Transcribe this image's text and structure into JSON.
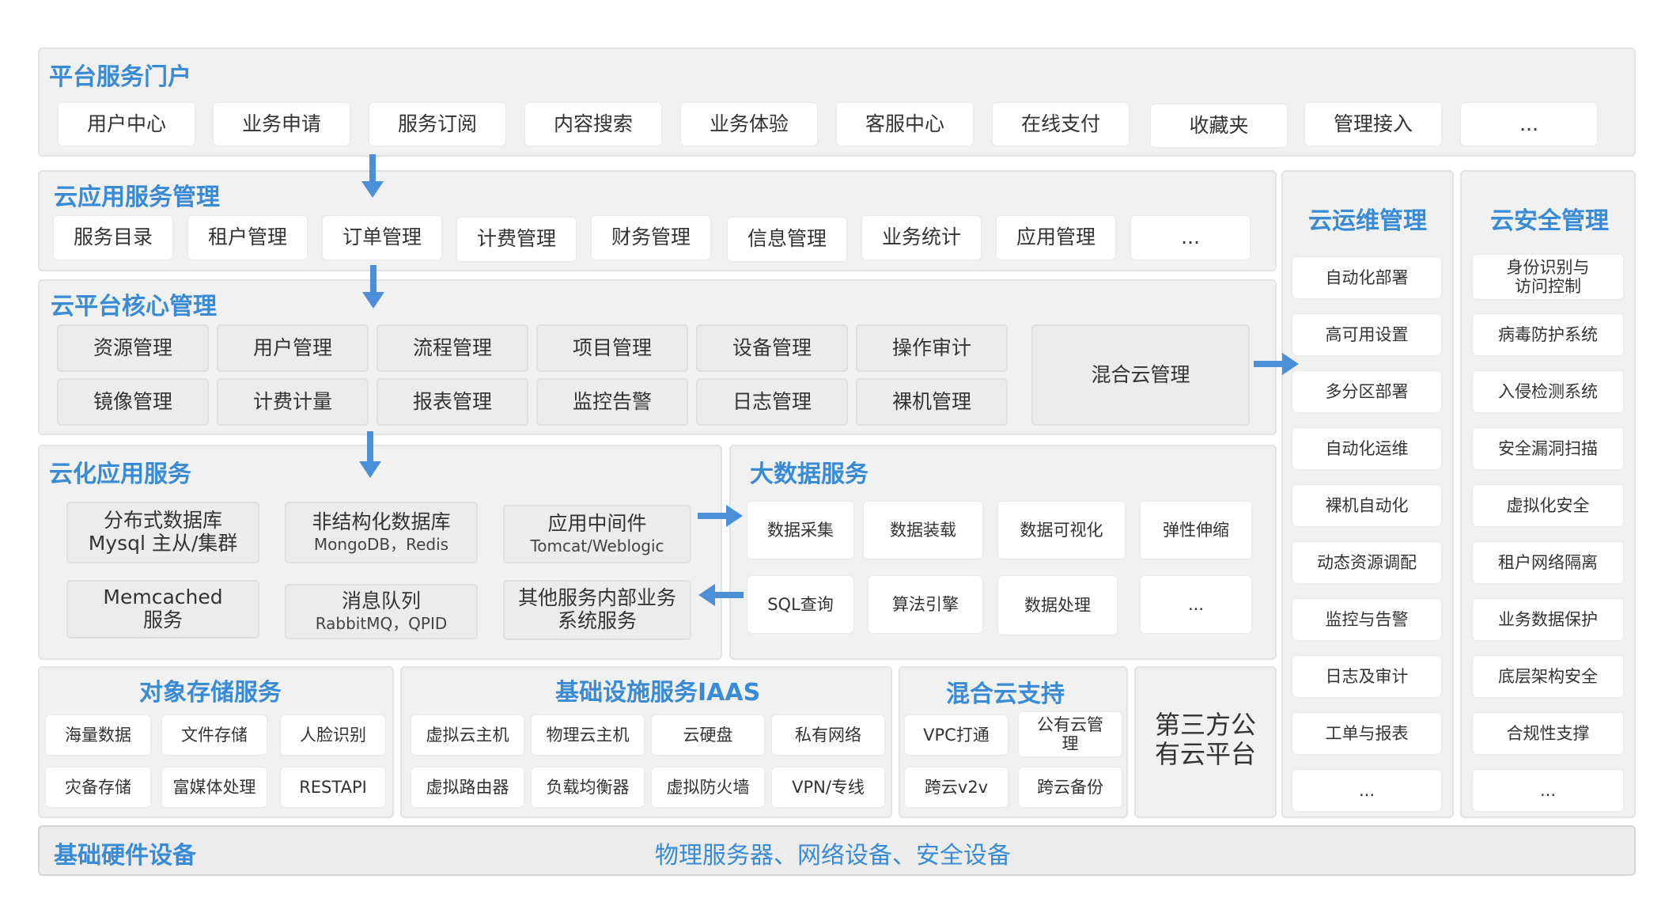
{
  "portal": {
    "title": "平台服务门户",
    "items": [
      "用户中心",
      "业务申请",
      "服务订阅",
      "内容搜索",
      "业务体验",
      "客服中心",
      "在线支付",
      "收藏夹",
      "管理接入",
      "..."
    ]
  },
  "app_service": {
    "title": "云应用服务管理",
    "items": [
      "服务目录",
      "租户管理",
      "订单管理",
      "计费管理",
      "财务管理",
      "信息管理",
      "业务统计",
      "应用管理",
      "..."
    ]
  },
  "core": {
    "title": "云平台核心管理",
    "row1": [
      "资源管理",
      "用户管理",
      "流程管理",
      "项目管理",
      "设备管理",
      "操作审计"
    ],
    "row2": [
      "镜像管理",
      "计费计量",
      "报表管理",
      "监控告警",
      "日志管理",
      "裸机管理"
    ],
    "hybrid": "混合云管理"
  },
  "cloud_app": {
    "title": "云化应用服务",
    "items": [
      {
        "main": "分布式数据库",
        "sub": "Mysql 主从/集群"
      },
      {
        "main": "非结构化数据库",
        "sub": "MongoDB，Redis"
      },
      {
        "main": "应用中间件",
        "sub": "Tomcat/Weblogic"
      },
      {
        "main": "Memcached",
        "sub": "服务"
      },
      {
        "main": "消息队列",
        "sub": "RabbitMQ，QPID"
      },
      {
        "main": "其他服务内部业务",
        "sub": "系统服务"
      }
    ]
  },
  "bigdata": {
    "title": "大数据服务",
    "row1": [
      "数据采集",
      "数据装载",
      "数据可视化",
      "弹性伸缩"
    ],
    "row2": [
      "SQL查询",
      "算法引擎",
      "数据处理",
      "..."
    ]
  },
  "storage": {
    "title": "对象存储服务",
    "row1": [
      "海量数据",
      "文件存储",
      "人脸识别"
    ],
    "row2": [
      "灾备存储",
      "富媒体处理",
      "RESTAPI"
    ]
  },
  "iaas": {
    "title": "基础设施服务IAAS",
    "row1": [
      "虚拟云主机",
      "物理云主机",
      "云硬盘",
      "私有网络"
    ],
    "row2": [
      "虚拟路由器",
      "负载均衡器",
      "虚拟防火墙",
      "VPN/专线"
    ]
  },
  "hybrid_support": {
    "title": "混合云支持",
    "items": [
      "VPC打通",
      "公有云管理",
      "跨云v2v",
      "跨云备份"
    ]
  },
  "third_party": {
    "line1": "第三方公",
    "line2": "有云平台"
  },
  "ops": {
    "title": "云运维管理",
    "items": [
      "自动化部署",
      "高可用设置",
      "多分区部署",
      "自动化运维",
      "裸机自动化",
      "动态资源调配",
      "监控与告警",
      "日志及审计",
      "工单与报表",
      "..."
    ]
  },
  "security": {
    "title": "云安全管理",
    "items": [
      "身份识别与访问控制",
      "病毒防护系统",
      "入侵检测系统",
      "安全漏洞扫描",
      "虚拟化安全",
      "租户网络隔离",
      "业务数据保护",
      "底层架构安全",
      "合规性支撑",
      "..."
    ]
  },
  "hardware": {
    "title": "基础硬件设备",
    "content": "物理服务器、网络设备、安全设备"
  },
  "colors": {
    "accent": "#3a8bd6",
    "arrow": "#4a8fd8",
    "panel": "#f1f1f1"
  },
  "icons": [
    "arrow-down-icon",
    "arrow-right-icon",
    "arrow-left-icon"
  ]
}
